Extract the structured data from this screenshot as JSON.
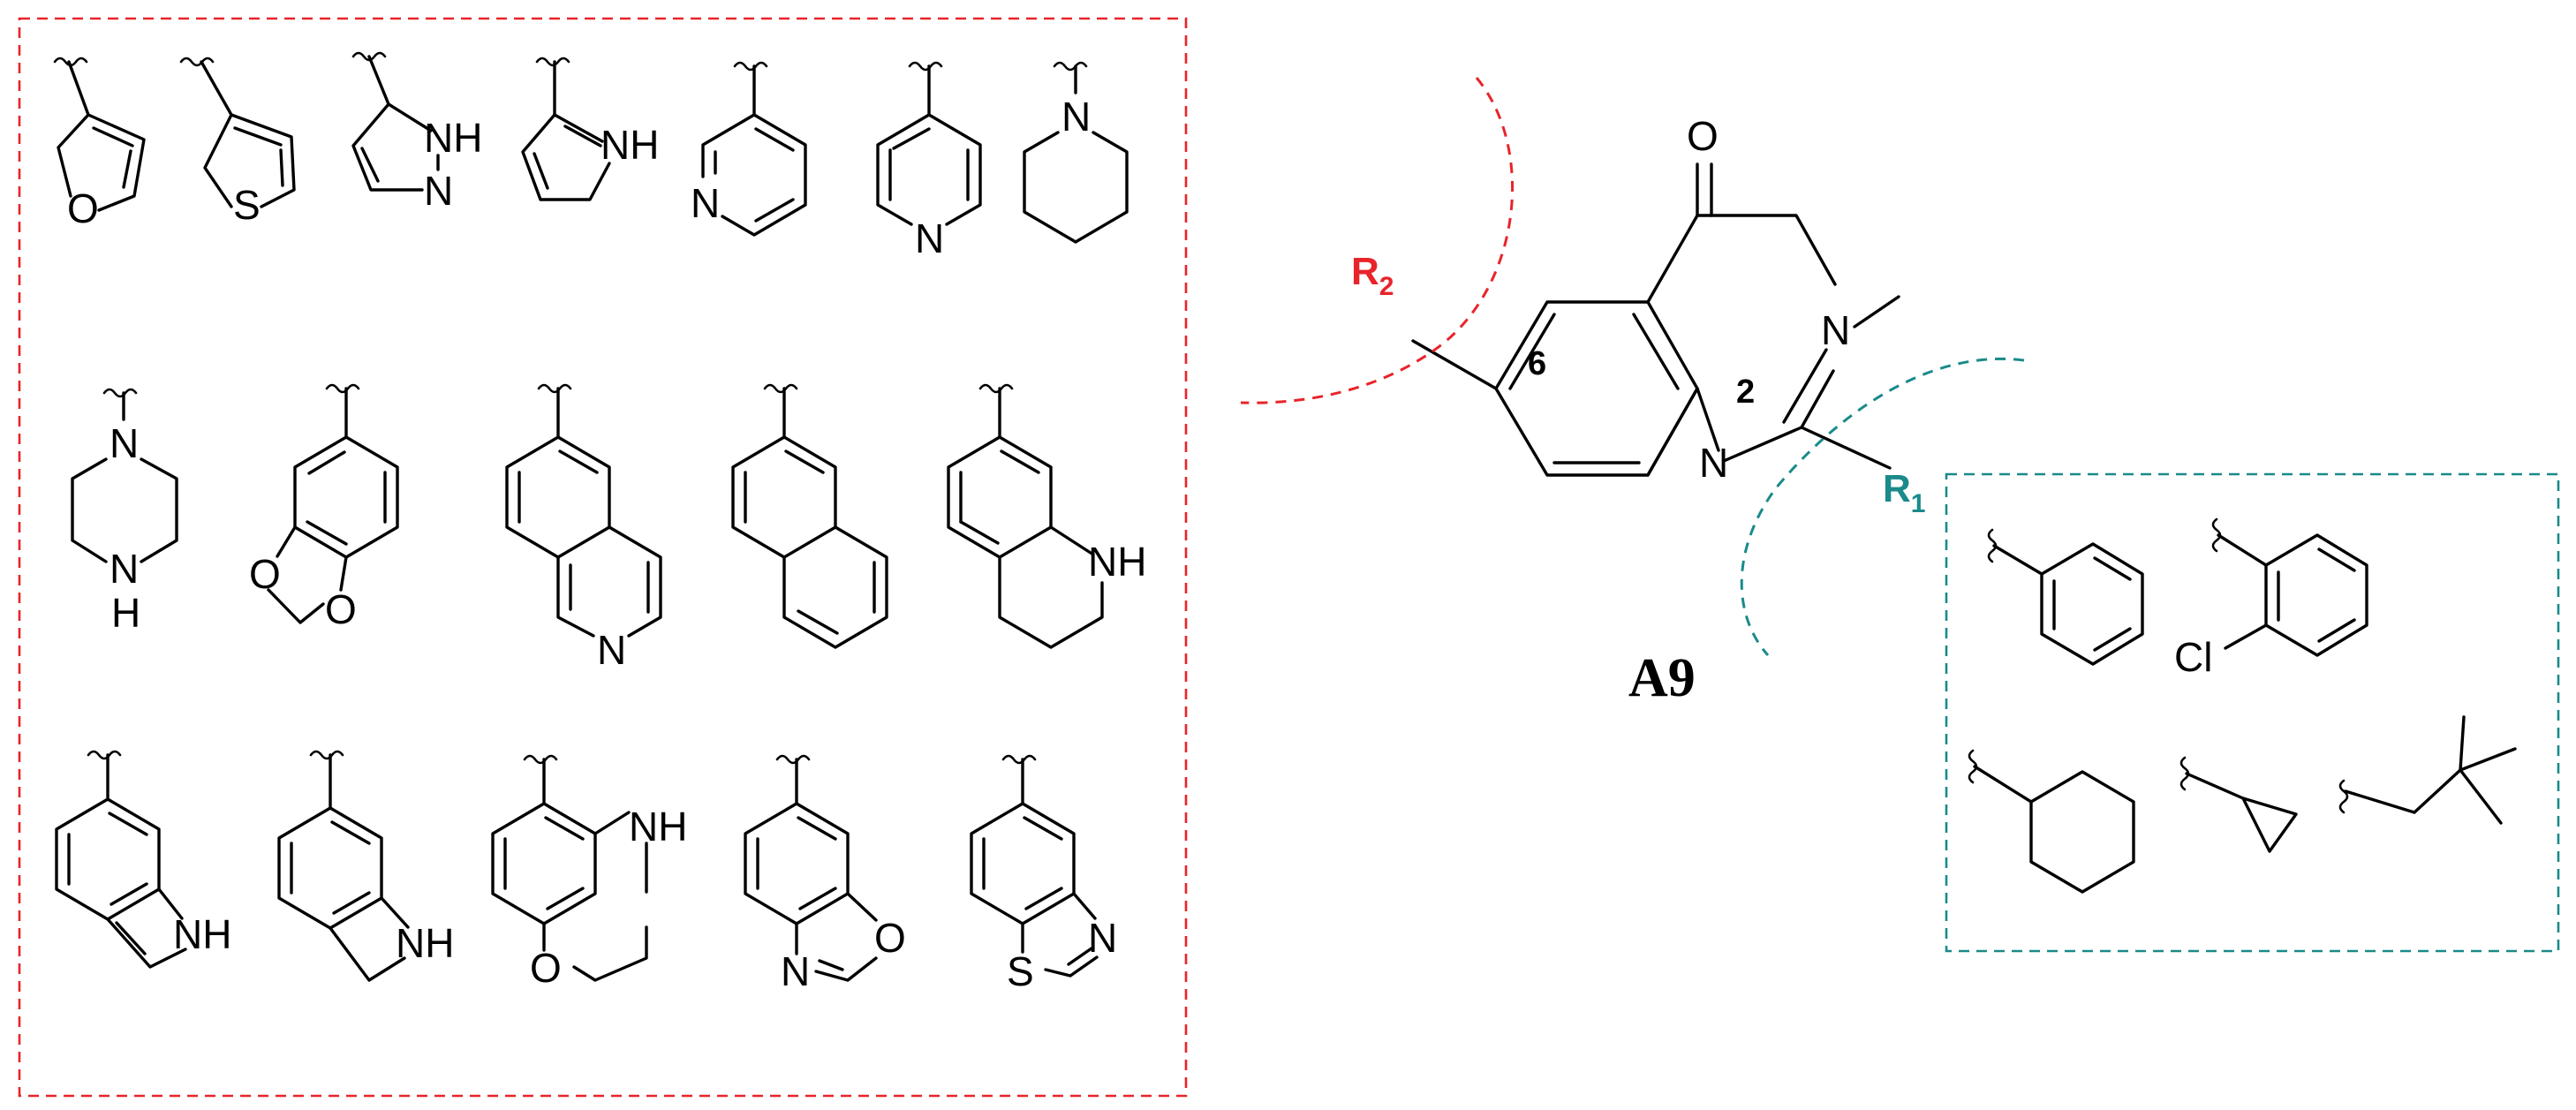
{
  "compound": {
    "name": "A9",
    "core_atoms": {
      "oxygen": "O",
      "n3": "N",
      "n1": "N"
    },
    "positions": {
      "p6": "6",
      "p2": "2"
    }
  },
  "labels": {
    "r2": {
      "letter": "R",
      "sub": "2",
      "color": "#e8242a"
    },
    "r1": {
      "letter": "R",
      "sub": "1",
      "color": "#1a8a8a"
    }
  },
  "r2_substituents": [
    {
      "name": "furan-3-yl",
      "atoms": [
        "O"
      ]
    },
    {
      "name": "thiophen-3-yl",
      "atoms": [
        "S"
      ]
    },
    {
      "name": "pyrazol-5-yl",
      "atoms": [
        "NH",
        "N"
      ]
    },
    {
      "name": "pyrrol-2-yl",
      "atoms": [
        "NH"
      ]
    },
    {
      "name": "pyridin-3-yl",
      "atoms": [
        "N"
      ]
    },
    {
      "name": "pyridin-4-yl",
      "atoms": [
        "N"
      ]
    },
    {
      "name": "piperidin-1-yl",
      "atoms": [
        "N"
      ]
    },
    {
      "name": "piperazin-1-yl",
      "atoms": [
        "N",
        "N",
        "H"
      ]
    },
    {
      "name": "benzodioxol-5-yl",
      "atoms": [
        "O",
        "O"
      ]
    },
    {
      "name": "isoquinolin-6-yl",
      "atoms": [
        "N"
      ]
    },
    {
      "name": "naphthalen-2-yl",
      "atoms": []
    },
    {
      "name": "tetrahydroquinolin-7-yl",
      "atoms": [
        "NH"
      ]
    },
    {
      "name": "indol-6-yl",
      "atoms": [
        "NH"
      ]
    },
    {
      "name": "indolin-6-yl",
      "atoms": [
        "NH"
      ]
    },
    {
      "name": "benzoxazin-6-yl",
      "atoms": [
        "NH",
        "O"
      ]
    },
    {
      "name": "benzoxazol-6-yl",
      "atoms": [
        "O",
        "N"
      ]
    },
    {
      "name": "benzothiazol-5-yl",
      "atoms": [
        "N",
        "S"
      ]
    }
  ],
  "r1_substituents": [
    {
      "name": "phenyl",
      "atoms": []
    },
    {
      "name": "2-chlorophenyl",
      "atoms": [
        "Cl"
      ]
    },
    {
      "name": "cyclohexyl",
      "atoms": []
    },
    {
      "name": "cyclopropyl",
      "atoms": []
    },
    {
      "name": "neopentyl",
      "atoms": []
    }
  ],
  "colors": {
    "r2_accent": "#e8242a",
    "r1_accent": "#1a8a8a",
    "ink": "#000000"
  }
}
